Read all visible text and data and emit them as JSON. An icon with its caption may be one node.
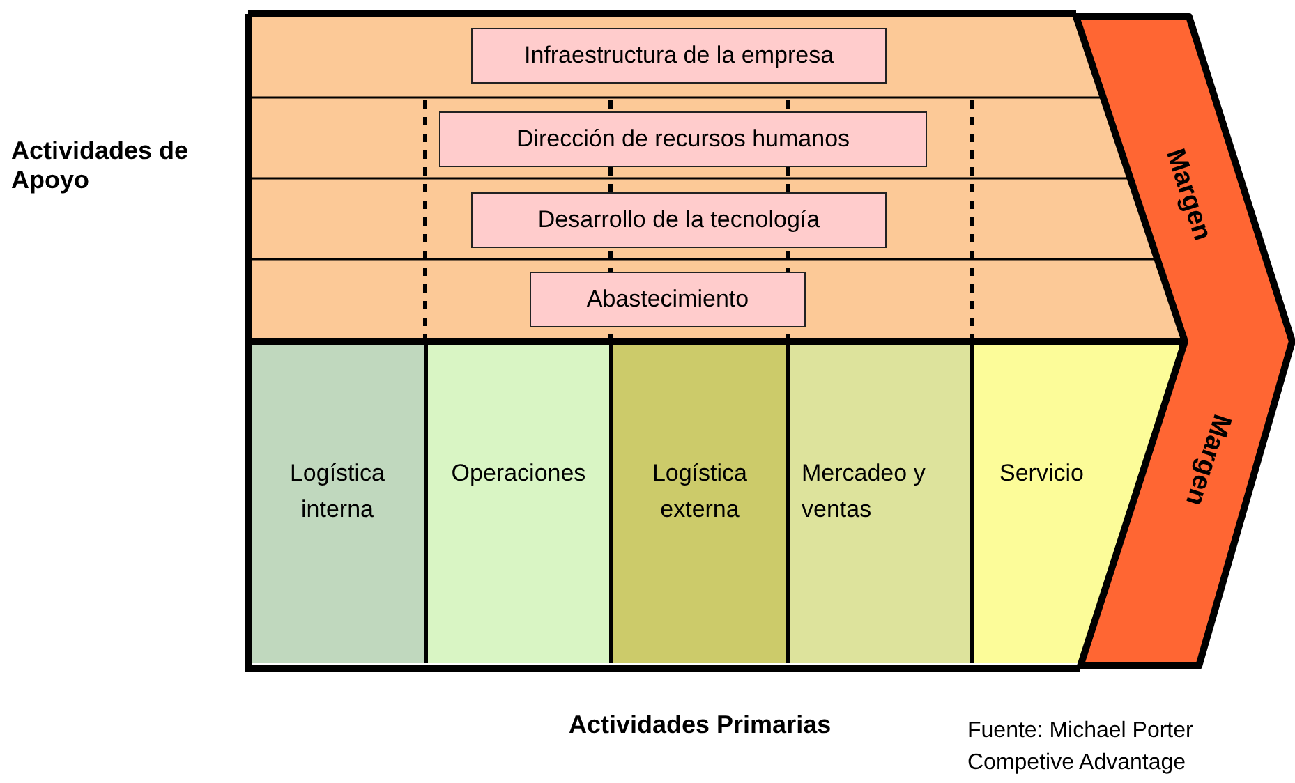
{
  "diagram": {
    "nodes": [
      {
        "text": [
          "Infraestructura de la empresa"
        ]
      },
      {
        "text": [
          "Dirección de recursos humanos"
        ]
      },
      {
        "text": [
          "Desarrollo de la tecnología"
        ]
      },
      {
        "text": [
          "Abastecimiento"
        ]
      },
      {
        "text": [
          "Logística interna"
        ]
      },
      {
        "text": [
          "Operaciones"
        ]
      },
      {
        "text": [
          "Logística externa"
        ]
      },
      {
        "text": [
          "Mercadeo y ventas"
        ]
      },
      {
        "text": [
          "Servicio"
        ]
      },
      {
        "text": [
          "Margen",
          "Margen"
        ]
      }
    ],
    "labels": [
      "Actividades de Apoyo",
      "Actividades Primarias",
      "Fuente: Michael Porter Competive Advantage"
    ]
  }
}
